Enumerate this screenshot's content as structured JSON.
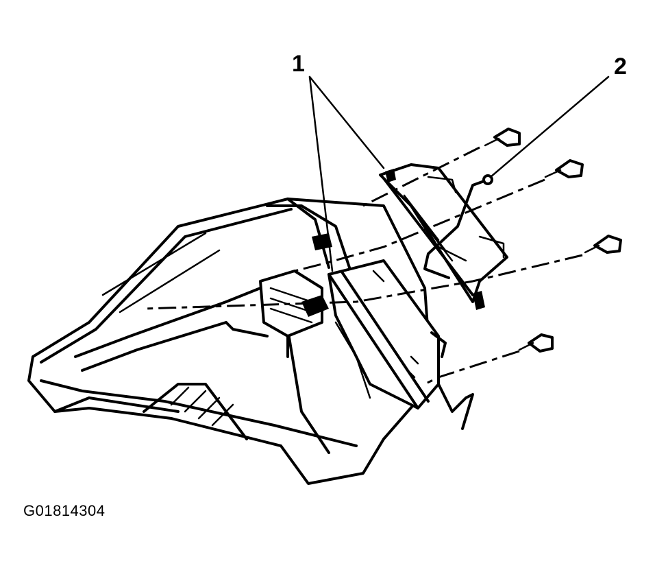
{
  "callouts": {
    "one": "1",
    "two": "2"
  },
  "figure_id": "G01814304"
}
